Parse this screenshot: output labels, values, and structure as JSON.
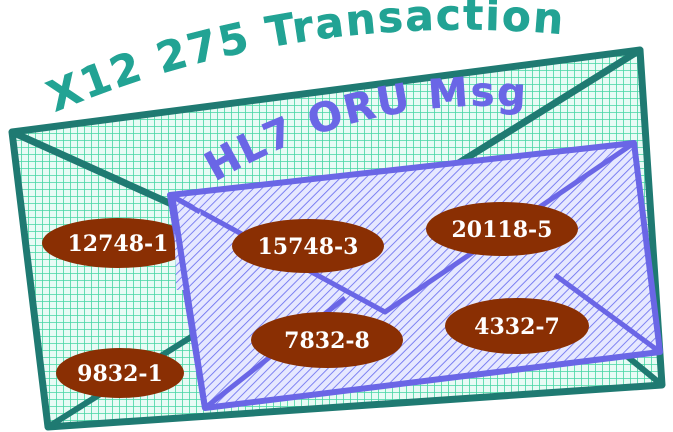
{
  "outer_envelope": {
    "title": "X12 275 Transaction",
    "codes": [
      "12748-1",
      "9832-1"
    ]
  },
  "inner_envelope": {
    "title": "HL7 ORU Msg",
    "codes": [
      "15748-3",
      "20118-5",
      "7832-8",
      "4332-7"
    ]
  },
  "colors": {
    "outer_stroke": "#1f7a72",
    "outer_fill": "#e8fbf5",
    "outer_grid": "#46d6a4",
    "outer_title": "#22a394",
    "inner_stroke": "#6a66e6",
    "inner_fill": "#e6e8ff",
    "inner_hatch": "#6b70f0",
    "inner_title": "#6a66e6",
    "oval_fill": "#8a2f03"
  }
}
